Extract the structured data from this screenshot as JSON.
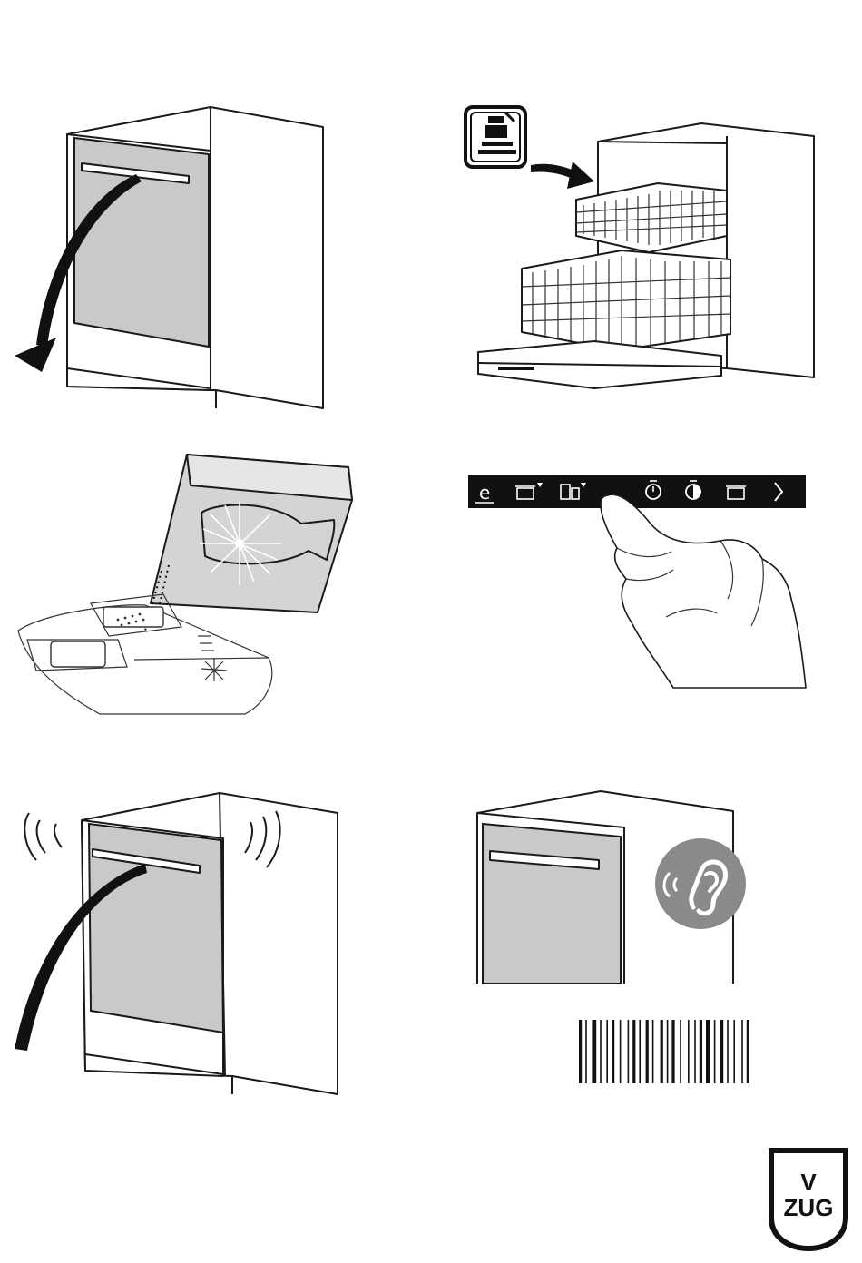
{
  "control_panel": {
    "icons": [
      "eco-icon",
      "pot-icon",
      "glasses-icon",
      "finger-icon",
      "timer-icon",
      "half-load-icon",
      "tray-icon",
      "next-arrow-icon"
    ],
    "eco_glyph": "e",
    "next_glyph": "›",
    "background": "#111111"
  },
  "load_sign": {
    "icon": "crockery-load-icon",
    "frame_color": "#111111"
  },
  "hearing_badge": {
    "icon": "ear-sound-icon",
    "color": "#8a8a8a"
  },
  "barcode": {
    "color": "#111111"
  },
  "logo": {
    "line1": "V",
    "line2": "ZUG"
  },
  "colors": {
    "door": "#c9c9c9",
    "ink": "#1a1a1a"
  }
}
